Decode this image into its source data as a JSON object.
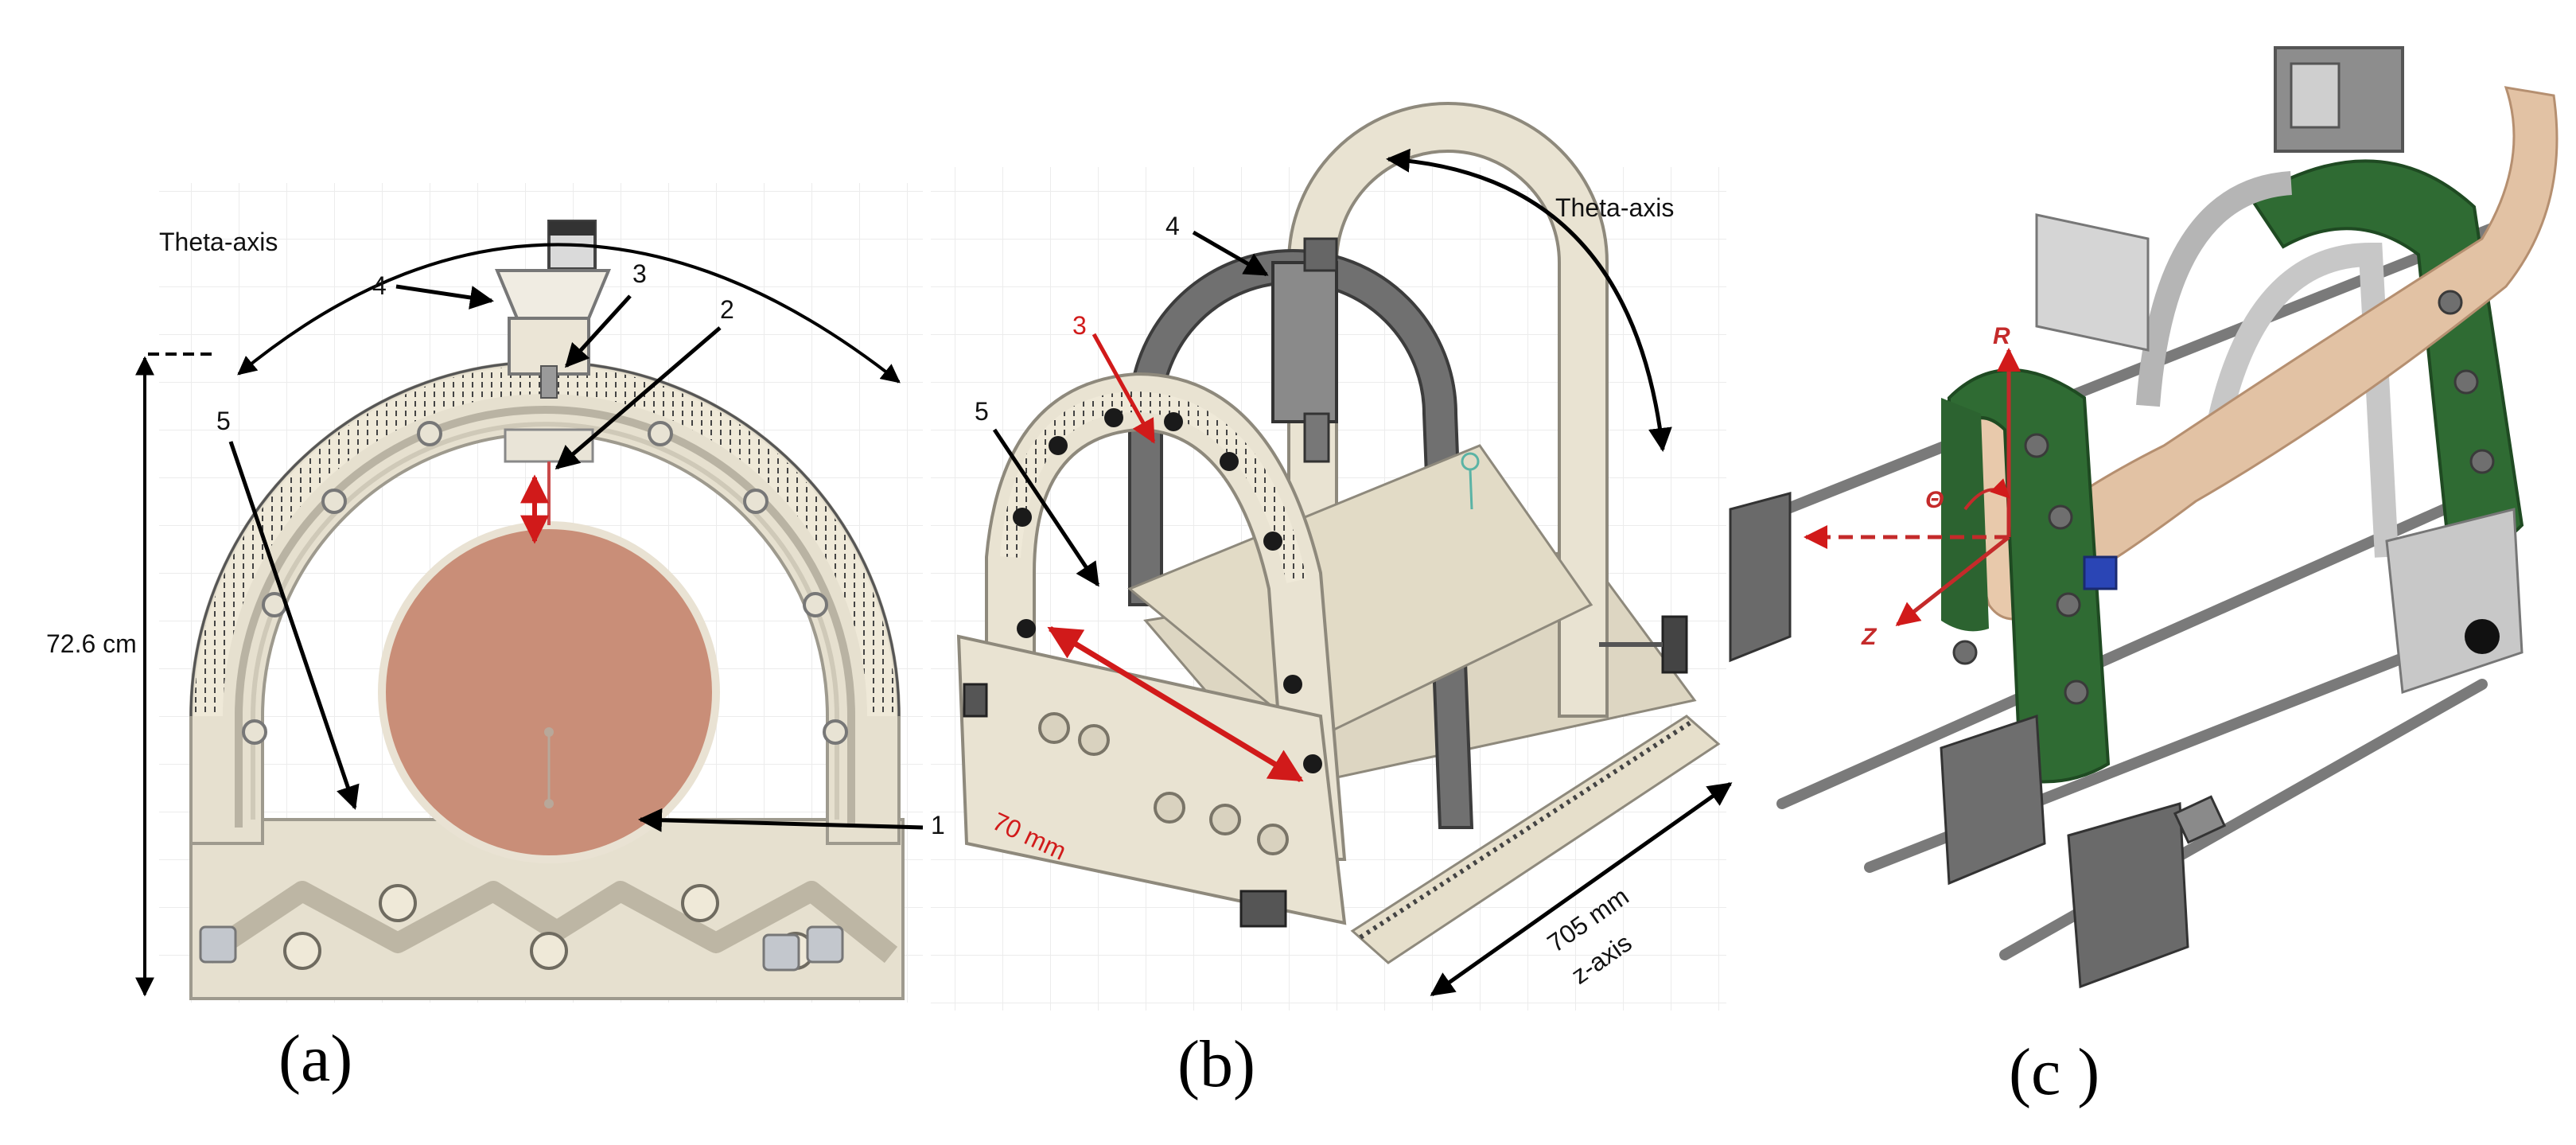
{
  "panels": {
    "a": {
      "caption": "(a)",
      "theta_label": "Theta-axis",
      "height_label": "72.6 cm",
      "callouts": [
        "1",
        "2",
        "3",
        "4",
        "5"
      ]
    },
    "b": {
      "caption": "(b)",
      "theta_label": "Theta-axis",
      "width_label": "70 mm",
      "length_label": "705 mm",
      "axis_label": "z-axis",
      "callouts": [
        "3",
        "4",
        "5"
      ]
    },
    "c": {
      "caption": "(c )",
      "axes": {
        "r": "R",
        "theta": "Θ",
        "z": "Z"
      }
    }
  },
  "colors": {
    "frame": "#e6e0cf",
    "frame_edge": "#9e9a8e",
    "phantom": "#c98e78",
    "dark_arch": "#6c6c6c",
    "green_ring": "#2f6b33",
    "leg": "#e2c2a4",
    "annotation_red": "#d11a1a"
  }
}
